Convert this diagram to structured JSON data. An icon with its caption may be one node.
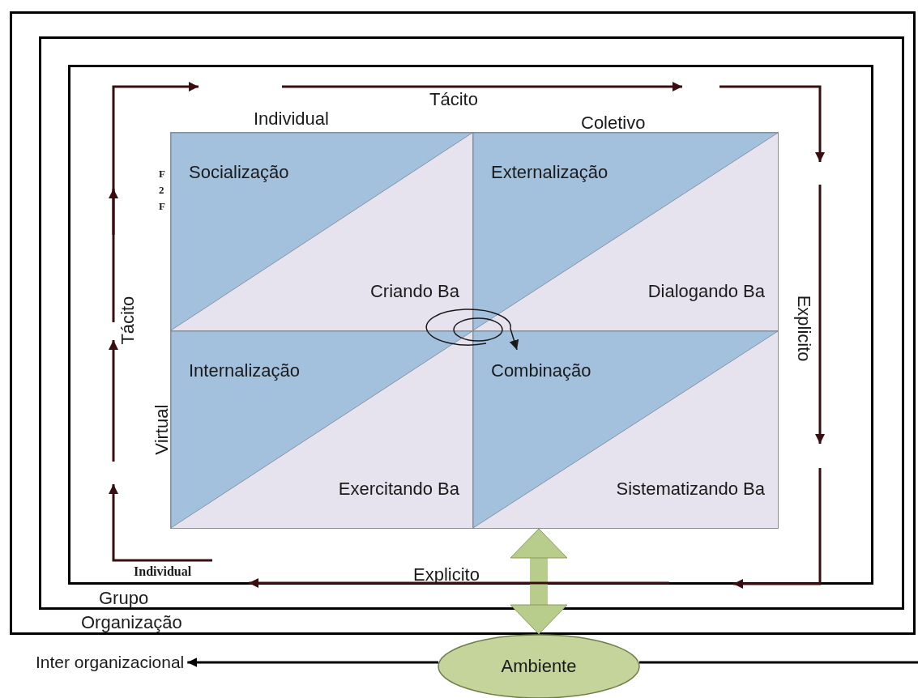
{
  "diagram": {
    "nodes": [
      {
        "text": [
          "Organização"
        ]
      },
      {
        "text": [
          "Grupo"
        ],
        "in": 0
      },
      {
        "text": [
          "Individual"
        ],
        "in": 1
      },
      {
        "text": [
          "Socialização",
          "Criando Ba"
        ],
        "in": 2
      },
      {
        "text": [
          "Externalização",
          "Dialogando Ba"
        ],
        "in": 2
      },
      {
        "text": [
          "Internalização",
          "Exercitando Ba"
        ],
        "in": 2
      },
      {
        "text": [
          "Combinação",
          "Sistematizando Ba"
        ],
        "in": 2
      },
      {
        "text": [
          "Ambiente"
        ]
      },
      {
        "text": [
          "Inter organizacional"
        ]
      }
    ],
    "edges": [
      {
        "from": 6,
        "to": 7,
        "arrow": "both",
        "style": "thick",
        "color": "#b8cc8c"
      },
      {
        "from": null,
        "to": 7,
        "arrow": "none"
      },
      {
        "from": 7,
        "to": 8,
        "arrow": "to"
      }
    ],
    "labels": [
      "Tácito",
      "Individual",
      "Coletivo",
      "F 2 F",
      "Tácito",
      "Virtual",
      "Explicito",
      "Explicito"
    ]
  }
}
